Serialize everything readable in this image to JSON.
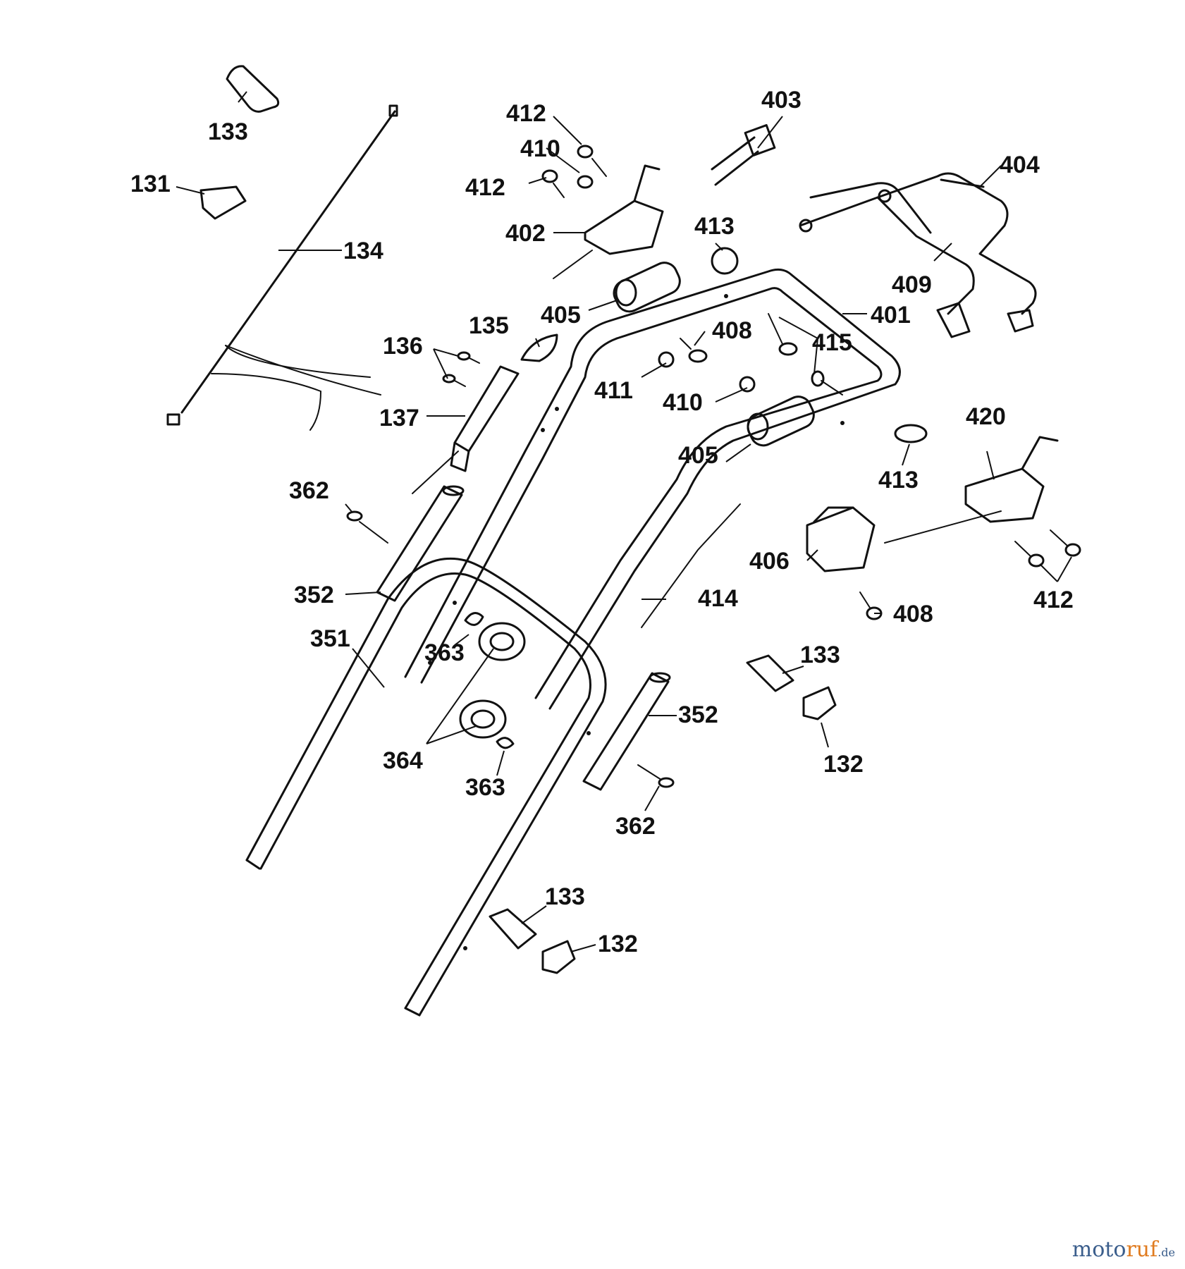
{
  "callouts": {
    "c133a": "133",
    "c131": "131",
    "c134": "134",
    "c412a": "412",
    "c410a": "410",
    "c412b": "412",
    "c402": "402",
    "c403": "403",
    "c404": "404",
    "c413a": "413",
    "c409": "409",
    "c405a": "405",
    "c401": "401",
    "c135": "135",
    "c136": "136",
    "c408a": "408",
    "c415": "415",
    "c411": "411",
    "c410b": "410",
    "c137": "137",
    "c405b": "405",
    "c420": "420",
    "c413b": "413",
    "c362a": "362",
    "c406": "406",
    "c412c": "412",
    "c352a": "352",
    "c414": "414",
    "c408b": "408",
    "c351": "351",
    "c363a": "363",
    "c133b": "133",
    "c352b": "352",
    "c132a": "132",
    "c364": "364",
    "c363b": "363",
    "c362b": "362",
    "c133c": "133",
    "c132b": "132"
  },
  "watermark": {
    "main": "moto",
    "accent": "ruf",
    "tld": ".de"
  }
}
